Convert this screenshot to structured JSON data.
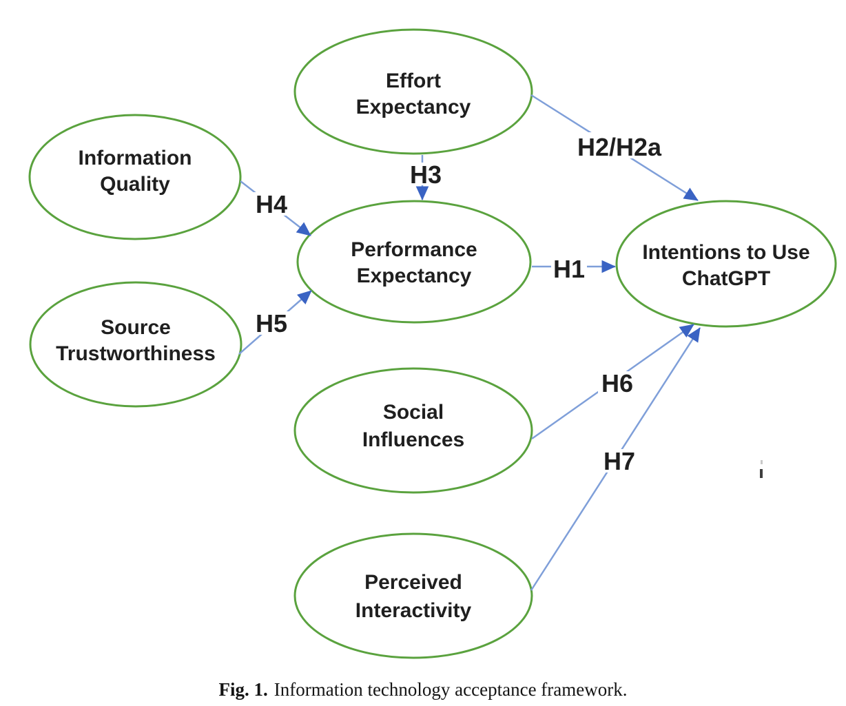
{
  "colors": {
    "ellipse_stroke": "#5aa23e",
    "arrow_line": "#7f9fd9",
    "arrow_head": "#3a63c3",
    "node_text": "#1f1f1f",
    "caption_text": "#141414"
  },
  "nodes": {
    "effort_expectancy": {
      "line1": "Effort",
      "line2": "Expectancy"
    },
    "information_quality": {
      "line1": "Information",
      "line2": "Quality"
    },
    "source_trustworthiness": {
      "line1": "Source",
      "line2": "Trustworthiness"
    },
    "performance_expectancy": {
      "line1": "Performance",
      "line2": "Expectancy"
    },
    "intentions_to_use_chatgpt": {
      "line1": "Intentions to Use",
      "line2": "ChatGPT"
    },
    "social_influences": {
      "line1": "Social",
      "line2": "Influences"
    },
    "perceived_interactivity": {
      "line1": "Perceived",
      "line2": "Interactivity"
    }
  },
  "edges": {
    "h1": {
      "label": "H1",
      "from": "performance_expectancy",
      "to": "intentions_to_use_chatgpt"
    },
    "h2": {
      "label": "H2/H2a",
      "from": "effort_expectancy",
      "to": "intentions_to_use_chatgpt"
    },
    "h3": {
      "label": "H3",
      "from": "effort_expectancy",
      "to": "performance_expectancy"
    },
    "h4": {
      "label": "H4",
      "from": "information_quality",
      "to": "performance_expectancy"
    },
    "h5": {
      "label": "H5",
      "from": "source_trustworthiness",
      "to": "performance_expectancy"
    },
    "h6": {
      "label": "H6",
      "from": "social_influences",
      "to": "intentions_to_use_chatgpt"
    },
    "h7": {
      "label": "H7",
      "from": "perceived_interactivity",
      "to": "intentions_to_use_chatgpt"
    }
  },
  "caption": {
    "prefix": "Fig. 1.",
    "text": "Information technology acceptance framework."
  }
}
